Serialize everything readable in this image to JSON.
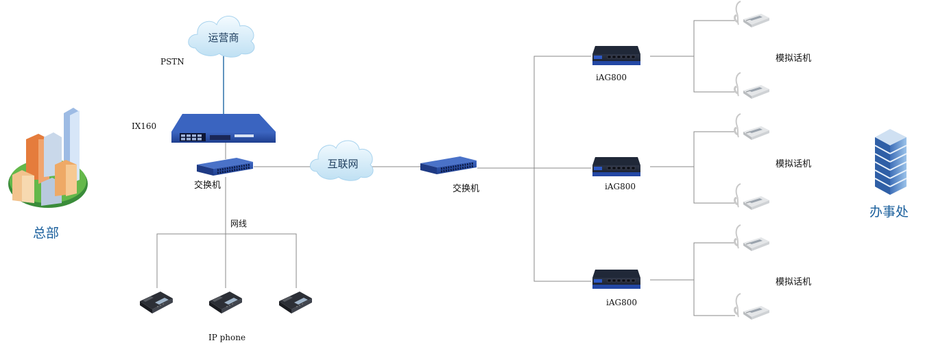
{
  "headquarters": {
    "title": "总部",
    "carrier_cloud": "运营商",
    "pstn_label": "PSTN",
    "gateway_label": "IX160",
    "switch_label": "交换机",
    "cable_label": "网线",
    "phones_label": "IP phone"
  },
  "internet_cloud": "互联网",
  "branch": {
    "title": "办事处",
    "switch_label": "交换机",
    "gateways": [
      {
        "label": "iAG800",
        "phone_group_label": "模拟话机"
      },
      {
        "label": "iAG800",
        "phone_group_label": "模拟话机"
      },
      {
        "label": "iAG800",
        "phone_group_label": "模拟话机"
      }
    ]
  },
  "colors": {
    "line": "#8a8a8a",
    "uplink": "#2a6fa8",
    "device_blue": "#2b4fa8",
    "device_dark": "#1c2333",
    "cloud": "#d6ecf8",
    "title_blue": "#1a5f9c"
  }
}
